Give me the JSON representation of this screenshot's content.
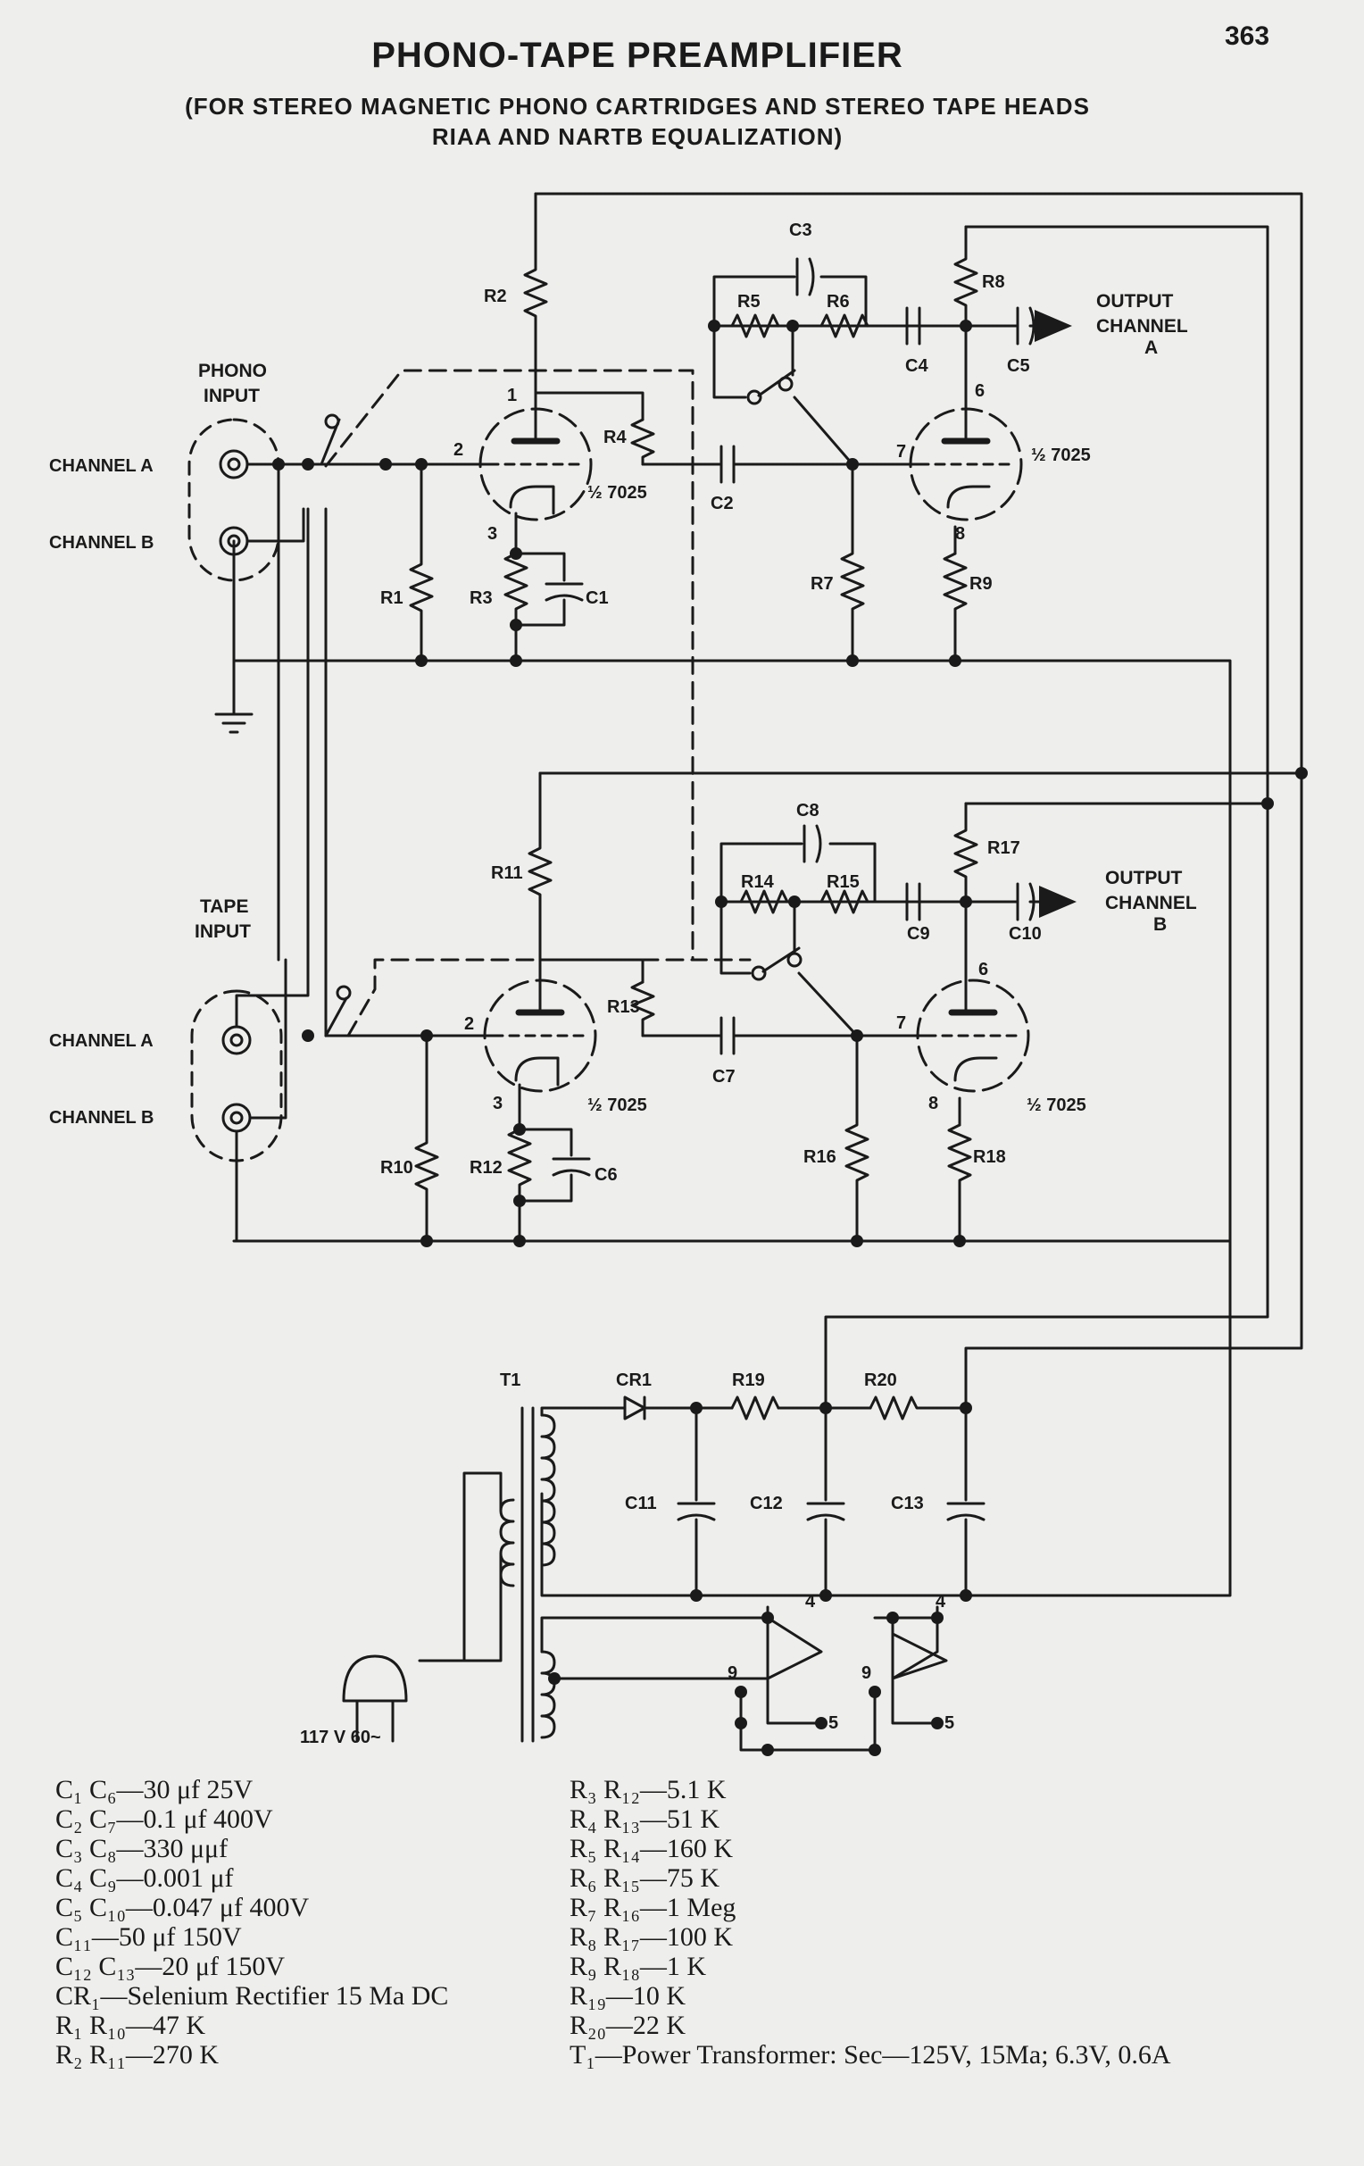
{
  "header": {
    "page_number": "363",
    "title": "PHONO-TAPE PREAMPLIFIER",
    "subtitle_line1": "(FOR STEREO MAGNETIC PHONO CARTRIDGES AND STEREO TAPE HEADS",
    "subtitle_line2": "RIAA AND NARTB EQUALIZATION)"
  },
  "schematic": {
    "phono_input_label_1": "PHONO",
    "phono_input_label_2": "INPUT",
    "tape_input_label_1": "TAPE",
    "tape_input_label_2": "INPUT",
    "channel_a": "CHANNEL A",
    "channel_b": "CHANNEL B",
    "output_a": [
      "OUTPUT",
      "CHANNEL",
      "A"
    ],
    "output_b": [
      "OUTPUT",
      "CHANNEL",
      "B"
    ],
    "tube_label": "½ 7025",
    "pin_1": "1",
    "pin_2": "2",
    "pin_3": "3",
    "pin_6": "6",
    "pin_7": "7",
    "pin_8": "8",
    "pin_4": "4",
    "pin_5": "5",
    "pin_9": "9",
    "power_label": "117 V 60~",
    "components": {
      "R1": "R1",
      "R2": "R2",
      "R3": "R3",
      "R4": "R4",
      "R5": "R5",
      "R6": "R6",
      "R7": "R7",
      "R8": "R8",
      "R9": "R9",
      "R10": "R10",
      "R11": "R11",
      "R12": "R12",
      "R13": "R13",
      "R14": "R14",
      "R15": "R15",
      "R16": "R16",
      "R17": "R17",
      "R18": "R18",
      "R19": "R19",
      "R20": "R20",
      "C1": "C1",
      "C2": "C2",
      "C3": "C3",
      "C4": "C4",
      "C5": "C5",
      "C6": "C6",
      "C7": "C7",
      "C8": "C8",
      "C9": "C9",
      "C10": "C10",
      "C11": "C11",
      "C12": "C12",
      "C13": "C13",
      "CR1": "CR1",
      "T1": "T1"
    }
  },
  "parts_list": {
    "left": [
      "C₁ C₆—30 μf 25V",
      "C₂ C₇—0.1 μf 400V",
      "C₃ C₈—330 μμf",
      "C₄ C₉—0.001 μf",
      "C₅ C₁₀—0.047 μf 400V",
      "C₁₁—50 μf 150V",
      "C₁₂ C₁₃—20 μf 150V",
      "CR₁—Selenium Rectifier 15 Ma DC",
      "R₁ R₁₀—47 K",
      "R₂ R₁₁—270 K"
    ],
    "right": [
      "R₃ R₁₂—5.1 K",
      "R₄ R₁₃—51 K",
      "R₅ R₁₄—160 K",
      "R₆ R₁₅—75 K",
      "R₇ R₁₆—1 Meg",
      "R₈ R₁₇—100 K",
      "R₉ R₁₈—1 K",
      "R₁₉—10 K",
      "R₂₀—22 K",
      "T₁—Power Transformer: Sec—125V, 15Ma; 6.3V, 0.6A"
    ]
  }
}
